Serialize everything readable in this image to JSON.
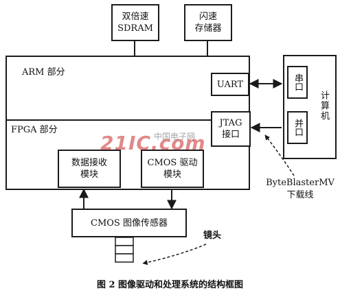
{
  "blocks": {
    "sdram": [
      "双倍速",
      "SDRAM"
    ],
    "flash": [
      "闪速",
      "存储器"
    ],
    "arm": "ARM 部分",
    "fpga": "FPGA 部分",
    "uart": "UART",
    "jtag": [
      "JTAG",
      "接口"
    ],
    "data_rx": [
      "数据接收",
      "模块"
    ],
    "cmos_drv": [
      "CMOS 驱动",
      "模块"
    ],
    "sensor": "CMOS 图像传感器",
    "computer": "计算机",
    "serial": "串口",
    "parallel": "并口"
  },
  "labels": {
    "byteblaster": [
      "ByteBlasterMV",
      "下载线"
    ],
    "lens": "镜头"
  },
  "watermark": {
    "text": "21IC.com",
    "sub": "中国电子网"
  },
  "caption": "图 2   图像驱动和处理系统的结构框图"
}
